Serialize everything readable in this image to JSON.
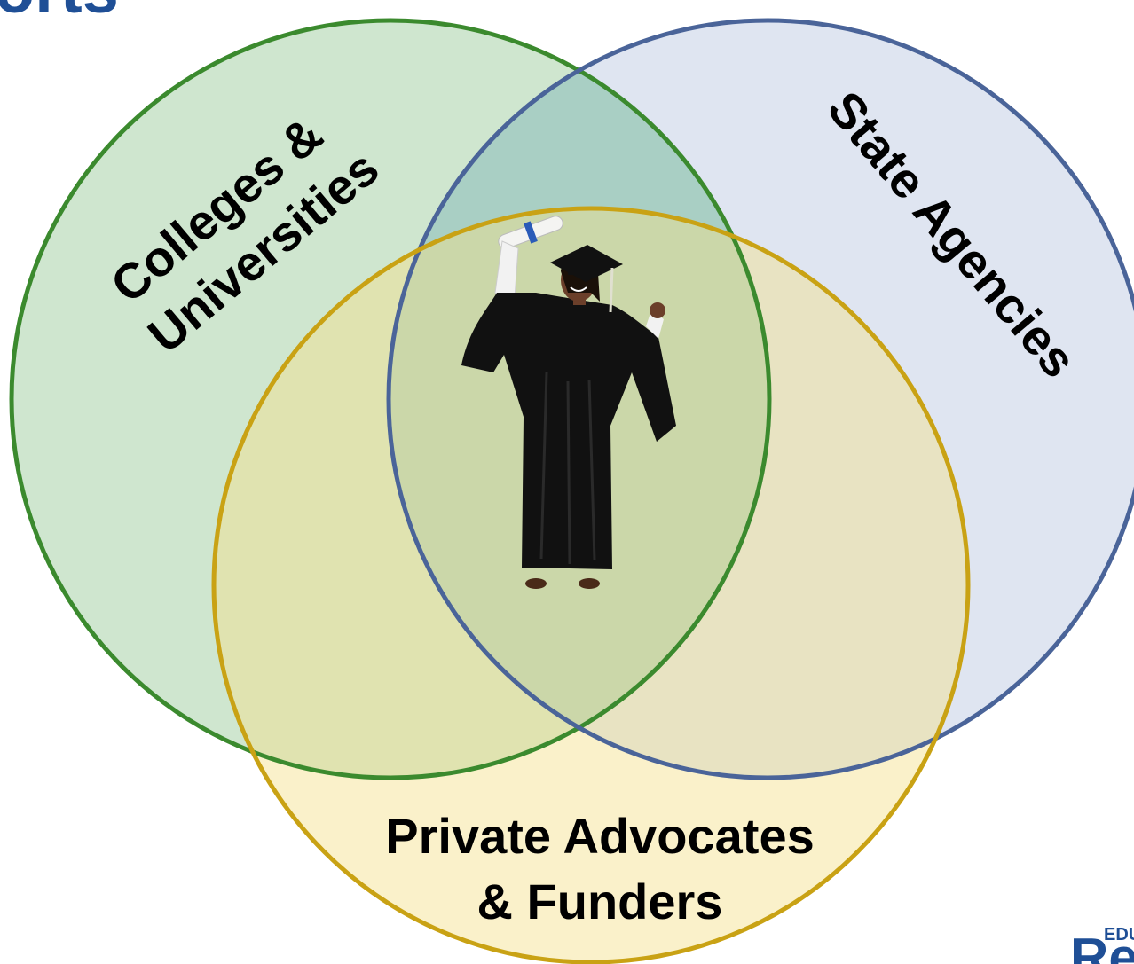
{
  "header": {
    "title_fragment": "orts"
  },
  "venn": {
    "circles": [
      {
        "id": "colleges",
        "label_lines": [
          "Colleges &",
          "Universities"
        ],
        "fill": "#cfe6cf",
        "stroke": "#3b8a2e"
      },
      {
        "id": "state",
        "label_lines": [
          "State Agencies"
        ],
        "fill": "#d4dcec",
        "stroke": "#4a6499"
      },
      {
        "id": "private",
        "label_lines": [
          "Private Advocates",
          "& Funders"
        ],
        "fill": "#f5e08a",
        "stroke": "#c9a214"
      }
    ],
    "center_figure": "graduate-in-cap-and-gown"
  },
  "logo": {
    "text_small": "EDU",
    "text_large": "Re"
  }
}
